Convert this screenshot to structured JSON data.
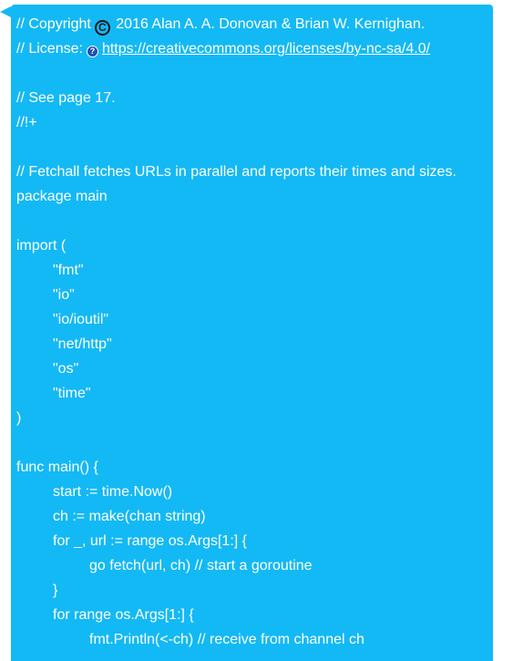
{
  "colors": {
    "bubble_background": "#13b9f4",
    "text": "#ffffff",
    "copyright_icon": "#1a1a1a",
    "license_icon": "#1e4fb0"
  },
  "icons": {
    "copyright": "copyright-circle-c-icon",
    "license": "question-badge-icon"
  },
  "header": {
    "copyright_prefix": "// Copyright",
    "copyright_text": "2016 Alan A. A. Donovan & Brian W. Kernighan.",
    "license_prefix": "// License:",
    "license_url": "https://creativecommons.org/licenses/by-nc-sa/4.0/"
  },
  "code": {
    "see_page": "// See page 17.",
    "marker": "//!+",
    "description": "// Fetchall fetches URLs in parallel and reports their times and sizes.",
    "package": "package main",
    "import_open": "import (",
    "imports": [
      "\"fmt\"",
      "\"io\"",
      "\"io/ioutil\"",
      "\"net/http\"",
      "\"os\"",
      "\"time\""
    ],
    "import_close": ")",
    "func_main": "func main() {",
    "start_line": "start := time.Now()",
    "chan_line": "ch := make(chan string)",
    "for_urls": "for _, url := range os.Args[1:] {",
    "go_fetch": "go fetch(url, ch) // start a goroutine",
    "close_brace": "}",
    "for_range": "for range os.Args[1:] {",
    "println_line": "fmt.Println(<-ch) // receive from channel ch"
  }
}
